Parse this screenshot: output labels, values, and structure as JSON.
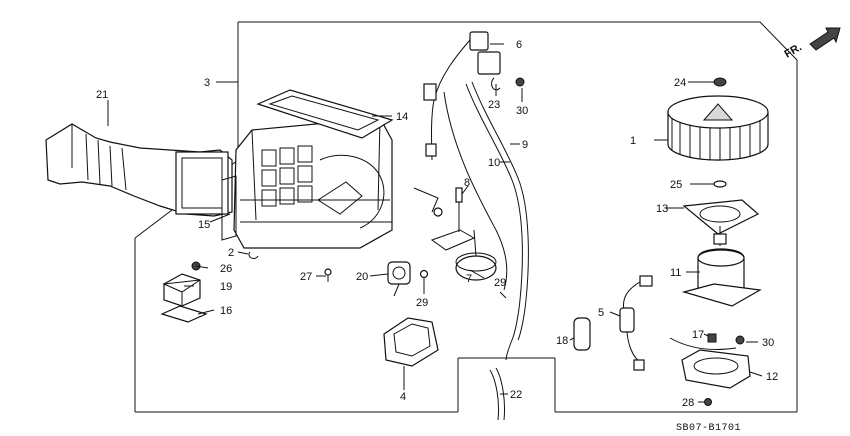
{
  "diagram": {
    "direction_label": "FR.",
    "drawing_code": "SB07-B1701",
    "part_numbers": [
      "1",
      "2",
      "3",
      "4",
      "5",
      "6",
      "7",
      "8",
      "9",
      "10",
      "11",
      "12",
      "13",
      "14",
      "15",
      "16",
      "17",
      "18",
      "19",
      "20",
      "21",
      "22",
      "23",
      "24",
      "25",
      "26",
      "27",
      "28",
      "29",
      "29",
      "30",
      "30"
    ]
  }
}
